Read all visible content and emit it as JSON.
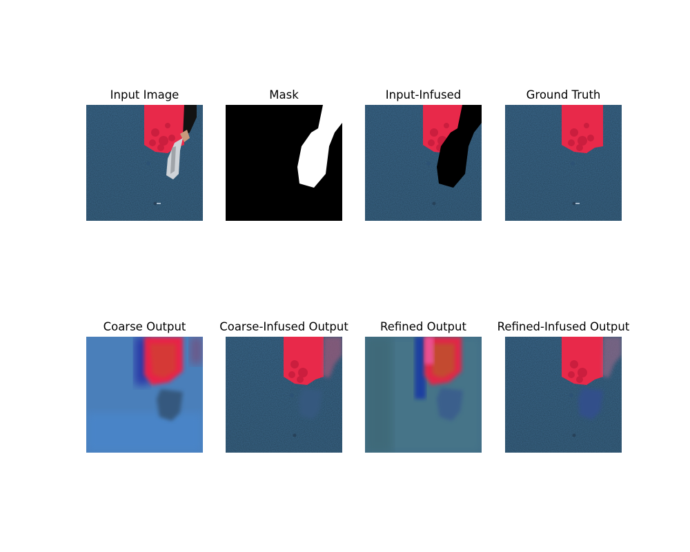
{
  "figure": {
    "panels": [
      {
        "title": "Input Image"
      },
      {
        "title": "Mask"
      },
      {
        "title": "Input-Infused"
      },
      {
        "title": "Ground Truth"
      },
      {
        "title": "Coarse Output"
      },
      {
        "title": "Coarse-Infused Output"
      },
      {
        "title": "Refined Output"
      },
      {
        "title": "Refined-Infused Output"
      }
    ]
  },
  "colors": {
    "carpet": "#3f6e94",
    "carpet_light": "#4a86c4",
    "red_object": "#e8294a",
    "mask_black": "#000000",
    "mask_white": "#ffffff"
  }
}
